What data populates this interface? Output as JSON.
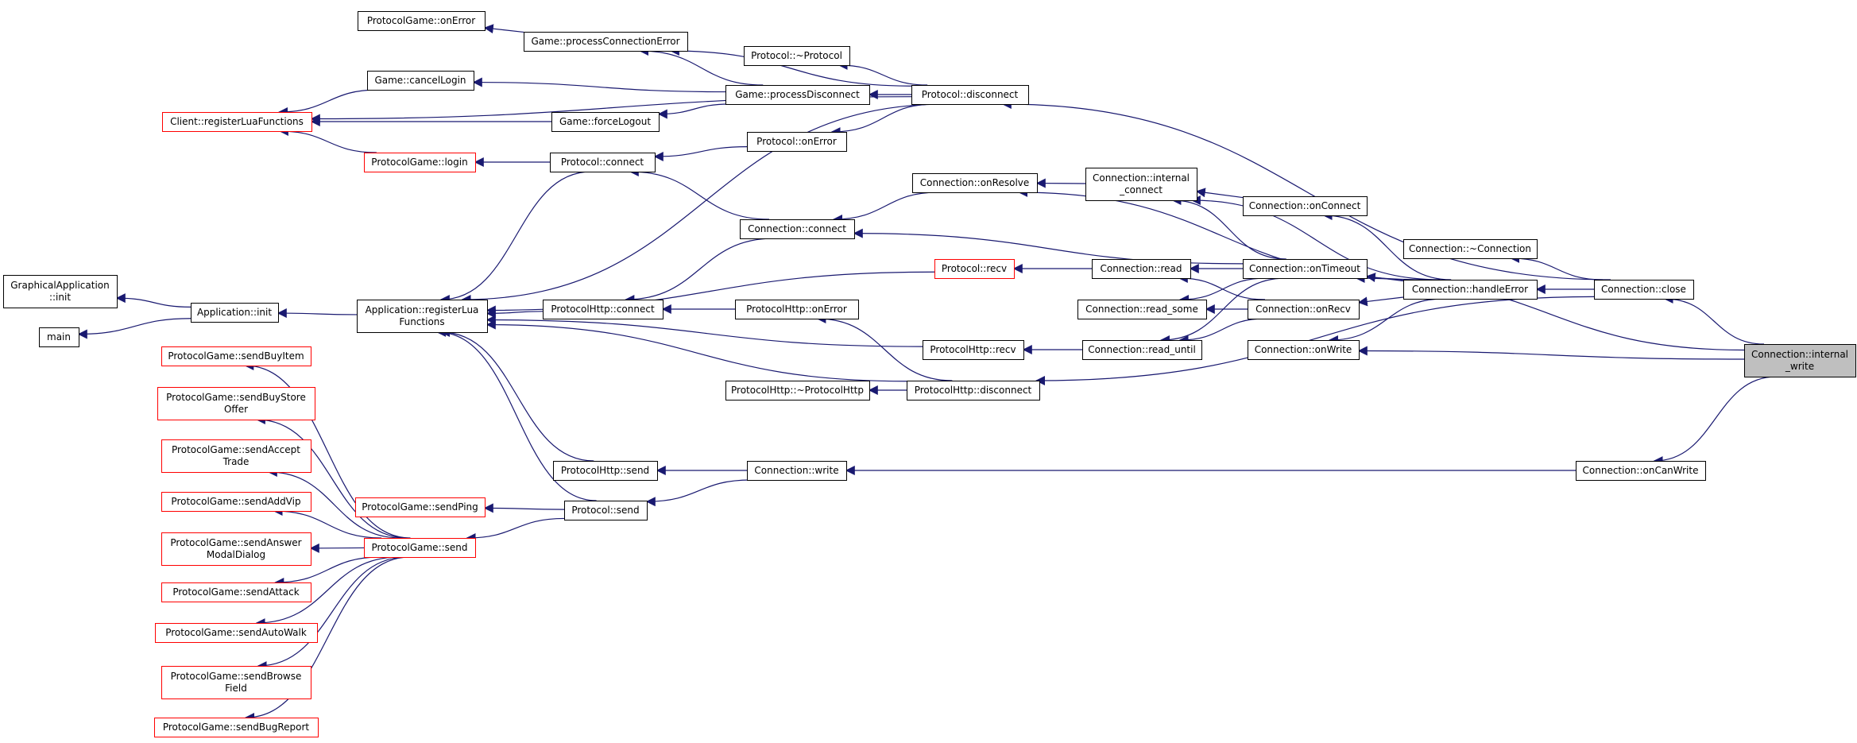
{
  "diagram": {
    "colors": {
      "node_border": "#000000",
      "caller_border": "#ff0000",
      "edge": "#191970",
      "root_fill": "#bfbfbf",
      "node_fill": "#ffffff"
    },
    "nodes": [
      {
        "id": "n_conn_internal_write",
        "lines": [
          "Connection::internal",
          "_write"
        ],
        "root": true,
        "truncated": false
      },
      {
        "id": "n_conn_close",
        "lines": [
          "Connection::close"
        ],
        "truncated": false
      },
      {
        "id": "n_conn_oncanwrite",
        "lines": [
          "Connection::onCanWrite"
        ],
        "truncated": false
      },
      {
        "id": "n_conn_handleerror",
        "lines": [
          "Connection::handleError"
        ],
        "truncated": false
      },
      {
        "id": "n_conn_dtor",
        "lines": [
          "Connection::~Connection"
        ],
        "truncated": false
      },
      {
        "id": "n_conn_onwrite",
        "lines": [
          "Connection::onWrite"
        ],
        "truncated": false
      },
      {
        "id": "n_conn_ontimeout",
        "lines": [
          "Connection::onTimeout"
        ],
        "truncated": false
      },
      {
        "id": "n_conn_onrecv",
        "lines": [
          "Connection::onRecv"
        ],
        "truncated": false
      },
      {
        "id": "n_conn_onconnect",
        "lines": [
          "Connection::onConnect"
        ],
        "truncated": false
      },
      {
        "id": "n_conn_internal_connect",
        "lines": [
          "Connection::internal",
          "_connect"
        ],
        "truncated": false
      },
      {
        "id": "n_conn_onresolve",
        "lines": [
          "Connection::onResolve"
        ],
        "truncated": false
      },
      {
        "id": "n_conn_read",
        "lines": [
          "Connection::read"
        ],
        "truncated": false
      },
      {
        "id": "n_conn_read_some",
        "lines": [
          "Connection::read_some"
        ],
        "truncated": false
      },
      {
        "id": "n_conn_read_until",
        "lines": [
          "Connection::read_until"
        ],
        "truncated": false
      },
      {
        "id": "n_conn_connect",
        "lines": [
          "Connection::connect"
        ],
        "truncated": false
      },
      {
        "id": "n_conn_write",
        "lines": [
          "Connection::write"
        ],
        "truncated": false
      },
      {
        "id": "n_proto_recv",
        "lines": [
          "Protocol::recv"
        ],
        "truncated": true
      },
      {
        "id": "n_proto_disconnect",
        "lines": [
          "Protocol::disconnect"
        ],
        "truncated": false
      },
      {
        "id": "n_proto_dtor",
        "lines": [
          "Protocol::~Protocol"
        ],
        "truncated": false
      },
      {
        "id": "n_proto_onerror",
        "lines": [
          "Protocol::onError"
        ],
        "truncated": false
      },
      {
        "id": "n_proto_connect",
        "lines": [
          "Protocol::connect"
        ],
        "truncated": false
      },
      {
        "id": "n_proto_send",
        "lines": [
          "Protocol::send"
        ],
        "truncated": false
      },
      {
        "id": "n_phttp_connect",
        "lines": [
          "ProtocolHttp::connect"
        ],
        "truncated": false
      },
      {
        "id": "n_phttp_onerror",
        "lines": [
          "ProtocolHttp::onError"
        ],
        "truncated": false
      },
      {
        "id": "n_phttp_recv",
        "lines": [
          "ProtocolHttp::recv"
        ],
        "truncated": false
      },
      {
        "id": "n_phttp_disconnect",
        "lines": [
          "ProtocolHttp::disconnect"
        ],
        "truncated": false
      },
      {
        "id": "n_phttp_dtor",
        "lines": [
          "ProtocolHttp::~ProtocolHttp"
        ],
        "truncated": false
      },
      {
        "id": "n_phttp_send",
        "lines": [
          "ProtocolHttp::send"
        ],
        "truncated": false
      },
      {
        "id": "n_game_processdisconnect",
        "lines": [
          "Game::processDisconnect"
        ],
        "truncated": false
      },
      {
        "id": "n_game_processconnectionerror",
        "lines": [
          "Game::processConnectionError"
        ],
        "truncated": false
      },
      {
        "id": "n_game_cancellogin",
        "lines": [
          "Game::cancelLogin"
        ],
        "truncated": false
      },
      {
        "id": "n_game_forcelogout",
        "lines": [
          "Game::forceLogout"
        ],
        "truncated": false
      },
      {
        "id": "n_pgame_onerror",
        "lines": [
          "ProtocolGame::onError"
        ],
        "truncated": false
      },
      {
        "id": "n_pgame_login",
        "lines": [
          "ProtocolGame::login"
        ],
        "truncated": true
      },
      {
        "id": "n_client_registerlua",
        "lines": [
          "Client::registerLuaFunctions"
        ],
        "truncated": true
      },
      {
        "id": "n_app_registerlua",
        "lines": [
          "Application::registerLua",
          "Functions"
        ],
        "truncated": false
      },
      {
        "id": "n_app_init",
        "lines": [
          "Application::init"
        ],
        "truncated": false
      },
      {
        "id": "n_gapp_init",
        "lines": [
          "GraphicalApplication",
          "::init"
        ],
        "truncated": false
      },
      {
        "id": "n_main",
        "lines": [
          "main"
        ],
        "truncated": false
      },
      {
        "id": "n_pgame_sendping",
        "lines": [
          "ProtocolGame::sendPing"
        ],
        "truncated": true
      },
      {
        "id": "n_pgame_send",
        "lines": [
          "ProtocolGame::send"
        ],
        "truncated": true
      },
      {
        "id": "n_pgame_sendbuyitem",
        "lines": [
          "ProtocolGame::sendBuyItem"
        ],
        "truncated": true
      },
      {
        "id": "n_pgame_sendbuystoreoffer",
        "lines": [
          "ProtocolGame::sendBuyStore",
          "Offer"
        ],
        "truncated": true
      },
      {
        "id": "n_pgame_sendaccepttrade",
        "lines": [
          "ProtocolGame::sendAccept",
          "Trade"
        ],
        "truncated": true
      },
      {
        "id": "n_pgame_sendaddvip",
        "lines": [
          "ProtocolGame::sendAddVip"
        ],
        "truncated": true
      },
      {
        "id": "n_pgame_sendanswermodal",
        "lines": [
          "ProtocolGame::sendAnswer",
          "ModalDialog"
        ],
        "truncated": true
      },
      {
        "id": "n_pgame_sendattack",
        "lines": [
          "ProtocolGame::sendAttack"
        ],
        "truncated": true
      },
      {
        "id": "n_pgame_sendautowalk",
        "lines": [
          "ProtocolGame::sendAutoWalk"
        ],
        "truncated": true
      },
      {
        "id": "n_pgame_sendbrowsefield",
        "lines": [
          "ProtocolGame::sendBrowse",
          "Field"
        ],
        "truncated": true
      },
      {
        "id": "n_pgame_sendbugreport",
        "lines": [
          "ProtocolGame::sendBugReport"
        ],
        "truncated": true
      }
    ],
    "edges": [
      [
        "n_conn_internal_write",
        "n_conn_close"
      ],
      [
        "n_conn_internal_write",
        "n_conn_oncanwrite"
      ],
      [
        "n_conn_internal_write",
        "n_conn_onwrite"
      ],
      [
        "n_conn_internal_write",
        "n_conn_ontimeout"
      ],
      [
        "n_conn_close",
        "n_conn_handleerror"
      ],
      [
        "n_conn_close",
        "n_conn_dtor"
      ],
      [
        "n_conn_close",
        "n_proto_disconnect"
      ],
      [
        "n_conn_close",
        "n_phttp_disconnect"
      ],
      [
        "n_conn_oncanwrite",
        "n_conn_write"
      ],
      [
        "n_conn_handleerror",
        "n_conn_ontimeout"
      ],
      [
        "n_conn_handleerror",
        "n_conn_onrecv"
      ],
      [
        "n_conn_handleerror",
        "n_conn_onwrite"
      ],
      [
        "n_conn_handleerror",
        "n_conn_onconnect"
      ],
      [
        "n_conn_handleerror",
        "n_conn_internal_connect"
      ],
      [
        "n_conn_handleerror",
        "n_conn_onresolve"
      ],
      [
        "n_conn_ontimeout",
        "n_conn_read"
      ],
      [
        "n_conn_ontimeout",
        "n_conn_read_some"
      ],
      [
        "n_conn_ontimeout",
        "n_conn_read_until"
      ],
      [
        "n_conn_ontimeout",
        "n_conn_internal_connect"
      ],
      [
        "n_conn_ontimeout",
        "n_conn_connect"
      ],
      [
        "n_conn_onrecv",
        "n_conn_read"
      ],
      [
        "n_conn_onrecv",
        "n_conn_read_some"
      ],
      [
        "n_conn_onrecv",
        "n_conn_read_until"
      ],
      [
        "n_conn_onconnect",
        "n_conn_internal_connect"
      ],
      [
        "n_conn_internal_connect",
        "n_conn_onresolve"
      ],
      [
        "n_conn_onresolve",
        "n_conn_connect"
      ],
      [
        "n_conn_read",
        "n_proto_recv"
      ],
      [
        "n_conn_read_until",
        "n_phttp_recv"
      ],
      [
        "n_conn_connect",
        "n_proto_connect"
      ],
      [
        "n_conn_connect",
        "n_phttp_connect"
      ],
      [
        "n_conn_write",
        "n_proto_send"
      ],
      [
        "n_conn_write",
        "n_phttp_send"
      ],
      [
        "n_proto_recv",
        "n_app_registerlua"
      ],
      [
        "n_proto_disconnect",
        "n_proto_dtor"
      ],
      [
        "n_proto_disconnect",
        "n_game_processdisconnect"
      ],
      [
        "n_proto_disconnect",
        "n_game_processconnectionerror"
      ],
      [
        "n_proto_disconnect",
        "n_proto_onerror"
      ],
      [
        "n_proto_disconnect",
        "n_client_registerlua"
      ],
      [
        "n_proto_disconnect",
        "n_app_registerlua"
      ],
      [
        "n_proto_onerror",
        "n_proto_connect"
      ],
      [
        "n_proto_connect",
        "n_pgame_login"
      ],
      [
        "n_proto_connect",
        "n_app_registerlua"
      ],
      [
        "n_proto_send",
        "n_pgame_sendping"
      ],
      [
        "n_proto_send",
        "n_pgame_send"
      ],
      [
        "n_proto_send",
        "n_app_registerlua"
      ],
      [
        "n_phttp_connect",
        "n_app_registerlua"
      ],
      [
        "n_phttp_onerror",
        "n_phttp_connect"
      ],
      [
        "n_phttp_recv",
        "n_app_registerlua"
      ],
      [
        "n_phttp_disconnect",
        "n_phttp_dtor"
      ],
      [
        "n_phttp_disconnect",
        "n_phttp_onerror"
      ],
      [
        "n_phttp_disconnect",
        "n_app_registerlua"
      ],
      [
        "n_phttp_send",
        "n_app_registerlua"
      ],
      [
        "n_game_processdisconnect",
        "n_game_processconnectionerror"
      ],
      [
        "n_game_processdisconnect",
        "n_game_cancellogin"
      ],
      [
        "n_game_processdisconnect",
        "n_game_forcelogout"
      ],
      [
        "n_game_processconnectionerror",
        "n_pgame_onerror"
      ],
      [
        "n_game_cancellogin",
        "n_client_registerlua"
      ],
      [
        "n_game_forcelogout",
        "n_client_registerlua"
      ],
      [
        "n_pgame_login",
        "n_client_registerlua"
      ],
      [
        "n_app_registerlua",
        "n_app_init"
      ],
      [
        "n_app_init",
        "n_gapp_init"
      ],
      [
        "n_app_init",
        "n_main"
      ],
      [
        "n_pgame_send",
        "n_pgame_sendbuyitem"
      ],
      [
        "n_pgame_send",
        "n_pgame_sendbuystoreoffer"
      ],
      [
        "n_pgame_send",
        "n_pgame_sendaccepttrade"
      ],
      [
        "n_pgame_send",
        "n_pgame_sendaddvip"
      ],
      [
        "n_pgame_send",
        "n_pgame_sendanswermodal"
      ],
      [
        "n_pgame_send",
        "n_pgame_sendattack"
      ],
      [
        "n_pgame_send",
        "n_pgame_sendautowalk"
      ],
      [
        "n_pgame_send",
        "n_pgame_sendbrowsefield"
      ],
      [
        "n_pgame_send",
        "n_pgame_sendbugreport"
      ]
    ]
  }
}
